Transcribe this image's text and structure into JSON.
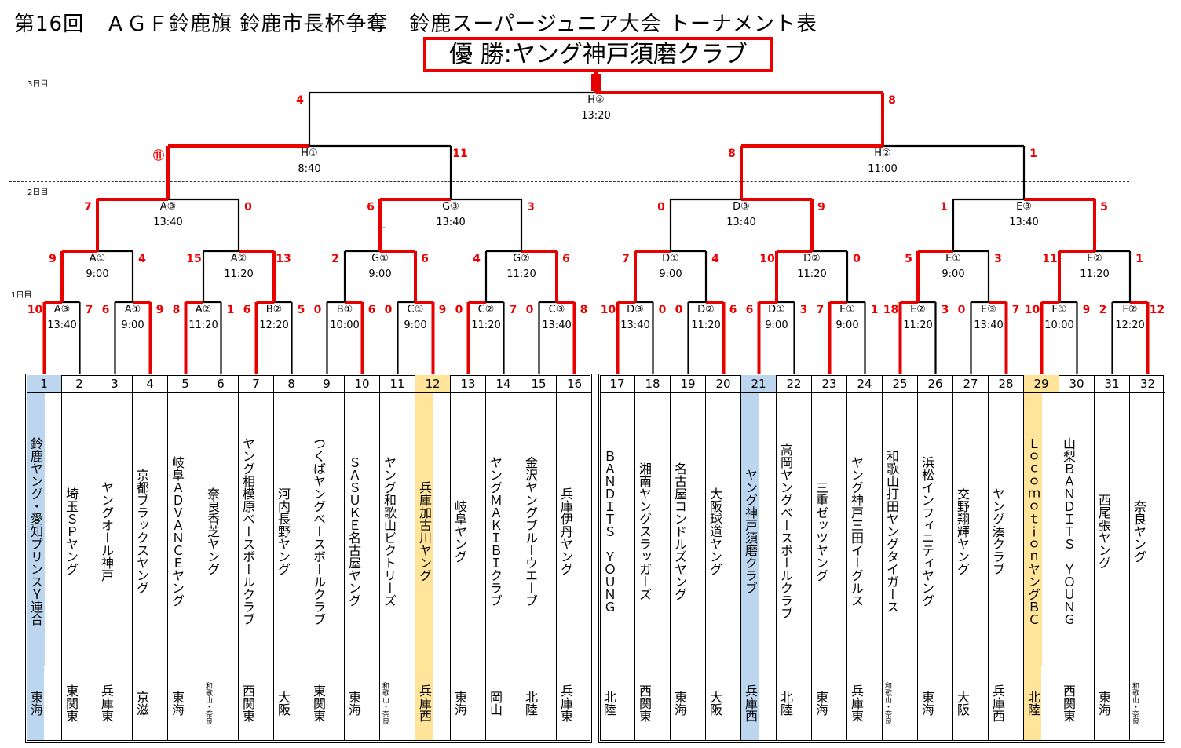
{
  "title": "第16回　ＡＧＦ鈴鹿旗 鈴鹿市長杯争奪　鈴鹿スーパージュニア大会 トーナメント表",
  "champion": "優 勝:ヤング神戸須磨クラブ",
  "days": [
    "3日目",
    "2日目",
    "1日目"
  ],
  "colors": {
    "winner_line": "#e60000",
    "line": "#000000",
    "blue_highlight": "#bcd6ef",
    "yellow_highlight": "#ffe49a"
  },
  "teams": [
    {
      "no": "1",
      "name": "鈴鹿ヤング・愛知プリンスＹ連合",
      "region": "東海",
      "hl": "blue"
    },
    {
      "no": "2",
      "name": "埼玉ＳＰヤング",
      "region": "東関東"
    },
    {
      "no": "3",
      "name": "ヤングオール神戸",
      "region": "兵庫東"
    },
    {
      "no": "4",
      "name": "京都ブラックスヤング",
      "region": "京滋"
    },
    {
      "no": "5",
      "name": "岐阜ＡＤＶＡＮＣＥヤング",
      "region": "東海"
    },
    {
      "no": "6",
      "name": "奈良香芝ヤング",
      "region": "和歌山・奈良",
      "small": true
    },
    {
      "no": "7",
      "name": "ヤング相模原ベースボールクラブ",
      "region": "西関東"
    },
    {
      "no": "8",
      "name": "河内長野ヤング",
      "region": "大阪"
    },
    {
      "no": "9",
      "name": "つくばヤングベースボールクラブ",
      "region": "東関東"
    },
    {
      "no": "10",
      "name": "ＳＡＳＵＫＥ名古屋ヤング",
      "region": "東海"
    },
    {
      "no": "11",
      "name": "ヤング和歌山ビクトリーズ",
      "region": "和歌山・奈良",
      "small": true
    },
    {
      "no": "12",
      "name": "兵庫加古川ヤング",
      "region": "兵庫西",
      "hl": "yellow"
    },
    {
      "no": "13",
      "name": "岐阜ヤング",
      "region": "東海"
    },
    {
      "no": "14",
      "name": "ヤングＭＡＫＩＢＩクラブ",
      "region": "岡山"
    },
    {
      "no": "15",
      "name": "金沢ヤングブルーウエーブ",
      "region": "北陸"
    },
    {
      "no": "16",
      "name": "兵庫伊丹ヤング",
      "region": "兵庫東"
    },
    {
      "no": "17",
      "name": "ＢＡＮＤＩＴＳ　ＹＯＵＮＧ",
      "region": "北陸"
    },
    {
      "no": "18",
      "name": "湘南ヤングスラッガーズ",
      "region": "西関東"
    },
    {
      "no": "19",
      "name": "名古屋コンドルズヤング",
      "region": "東海"
    },
    {
      "no": "20",
      "name": "大阪球道ヤング",
      "region": "大阪"
    },
    {
      "no": "21",
      "name": "ヤング神戸須磨クラブ",
      "region": "兵庫西",
      "hl": "blue"
    },
    {
      "no": "22",
      "name": "高岡ヤングベースボールクラブ",
      "region": "北陸"
    },
    {
      "no": "23",
      "name": "三重ゼッツヤング",
      "region": "東海"
    },
    {
      "no": "24",
      "name": "ヤング神戸三田イーグルス",
      "region": "兵庫東"
    },
    {
      "no": "25",
      "name": "和歌山打田ヤングタイガース",
      "region": "和歌山・奈良",
      "small": true
    },
    {
      "no": "26",
      "name": "浜松インフィニティヤング",
      "region": "東海"
    },
    {
      "no": "27",
      "name": "交野翔輝ヤング",
      "region": "大阪"
    },
    {
      "no": "28",
      "name": "ヤング湊クラブ",
      "region": "兵庫西"
    },
    {
      "no": "29",
      "name": "ＬｏｃｏｍｏｔｉｏｎヤングＢＣ",
      "region": "北陸",
      "hl": "yellow"
    },
    {
      "no": "30",
      "name": "山梨ＢＡＮＤＩＴＳ　ＹＯＵＮＧ",
      "region": "西関東"
    },
    {
      "no": "31",
      "name": "西尾張ヤング",
      "region": "東海"
    },
    {
      "no": "32",
      "name": "奈良ヤング",
      "region": "和歌山・奈良",
      "small": true
    }
  ],
  "matches_r1": [
    {
      "label": "A③",
      "time": "13:40",
      "s1": "10",
      "s2": "7",
      "win": 1
    },
    {
      "label": "A①",
      "time": "9:00",
      "s1": "6",
      "s2": "9",
      "win": 2
    },
    {
      "label": "A②",
      "time": "11:20",
      "s1": "8",
      "s2": "1",
      "win": 1
    },
    {
      "label": "B②",
      "time": "12:20",
      "s1": "6",
      "s2": "5",
      "win": 1
    },
    {
      "label": "B①",
      "time": "10:00",
      "s1": "0",
      "s2": "6",
      "win": 2
    },
    {
      "label": "C①",
      "time": "9:00",
      "s1": "0",
      "s2": "9",
      "win": 2
    },
    {
      "label": "C②",
      "time": "11:20",
      "s1": "0",
      "s2": "7",
      "win": 1
    },
    {
      "label": "C③",
      "time": "13:40",
      "s1": "0",
      "s2": "8",
      "win": 2
    },
    {
      "label": "D③",
      "time": "13:40",
      "s1": "10",
      "s2": "0",
      "win": 1
    },
    {
      "label": "D②",
      "time": "11:20",
      "s1": "0",
      "s2": "6",
      "win": 2
    },
    {
      "label": "D①",
      "time": "9:00",
      "s1": "6",
      "s2": "3",
      "win": 1
    },
    {
      "label": "E①",
      "time": "9:00",
      "s1": "7",
      "s2": "1",
      "win": 1
    },
    {
      "label": "E②",
      "time": "11:20",
      "s1": "18",
      "s2": "3",
      "win": 1
    },
    {
      "label": "E③",
      "time": "13:40",
      "s1": "0",
      "s2": "7",
      "win": 2
    },
    {
      "label": "F①",
      "time": "10:00",
      "s1": "10",
      "s2": "9",
      "win": 1
    },
    {
      "label": "F②",
      "time": "12:20",
      "s1": "2",
      "s2": "12",
      "win": 2
    }
  ],
  "matches_r2": [
    {
      "label": "A①",
      "time": "9:00",
      "s1": "9",
      "s2": "4",
      "win": 1
    },
    {
      "label": "A②",
      "time": "11:20",
      "s1": "15",
      "s2": "13",
      "win": 2
    },
    {
      "label": "G①",
      "time": "9:00",
      "s1": "2",
      "s2": "6",
      "win": 2
    },
    {
      "label": "G②",
      "time": "11:20",
      "s1": "4",
      "s2": "6",
      "win": 2
    },
    {
      "label": "D①",
      "time": "9:00",
      "s1": "7",
      "s2": "4",
      "win": 1
    },
    {
      "label": "D②",
      "time": "11:20",
      "s1": "10",
      "s2": "0",
      "win": 1
    },
    {
      "label": "E①",
      "time": "9:00",
      "s1": "5",
      "s2": "3",
      "win": 1
    },
    {
      "label": "E②",
      "time": "11:20",
      "s1": "11",
      "s2": "1",
      "win": 1
    }
  ],
  "matches_r3": [
    {
      "label": "A③",
      "time": "13:40",
      "s1": "7",
      "s2": "0",
      "win": 1
    },
    {
      "label": "G③",
      "time": "13:40",
      "s1": "6",
      "s2": "3",
      "win": 1
    },
    {
      "label": "D③",
      "time": "13:40",
      "s1": "0",
      "s2": "9",
      "win": 2
    },
    {
      "label": "E③",
      "time": "13:40",
      "s1": "1",
      "s2": "5",
      "win": 2
    }
  ],
  "matches_r4": [
    {
      "label": "H①",
      "time": "8:40",
      "s1": "⑪",
      "s2": "11",
      "win": 1
    },
    {
      "label": "H②",
      "time": "11:00",
      "s1": "8",
      "s2": "1",
      "win": 1
    }
  ],
  "matches_r5": [
    {
      "label": "H③",
      "time": "13:20",
      "s1": "4",
      "s2": "8",
      "win": 2
    }
  ],
  "stray_mark": "‥"
}
